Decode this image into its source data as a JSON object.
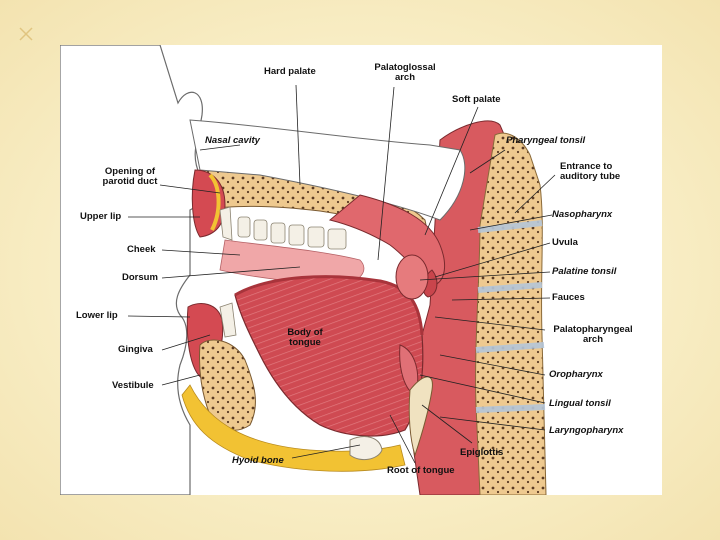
{
  "labels": {
    "hard_palate": "Hard palate",
    "palatoglossal_arch": "Palatoglossal arch",
    "soft_palate": "Soft palate",
    "nasal_cavity": "Nasal cavity",
    "pharyngeal_tonsil": "Pharyngeal tonsil",
    "opening_parotid_duct": "Opening of parotid duct",
    "entrance_auditory_tube": "Entrance to auditory tube",
    "upper_lip": "Upper lip",
    "nasopharynx": "Nasopharynx",
    "cheek": "Cheek",
    "uvula": "Uvula",
    "dorsum": "Dorsum",
    "palatine_tonsil": "Palatine tonsil",
    "fauces": "Fauces",
    "lower_lip": "Lower lip",
    "body_of_tongue": "Body of tongue",
    "palatopharyngeal_arch": "Palatopharyngeal arch",
    "gingiva": "Gingiva",
    "oropharynx": "Oropharynx",
    "vestibule": "Vestibule",
    "lingual_tonsil": "Lingual tonsil",
    "laryngopharynx": "Laryngopharynx",
    "epiglottis": "Epiglottis",
    "hyoid_bone": "Hyoid bone",
    "root_of_tongue": "Root of tongue"
  },
  "colors": {
    "tissue": "#d9525a",
    "muscle": "#c7404a",
    "bone": "#f0c48a",
    "fat": "#f2c233",
    "teeth": "#f4f0e6",
    "leader": "#222222",
    "slide_background": "#f8edc4"
  }
}
